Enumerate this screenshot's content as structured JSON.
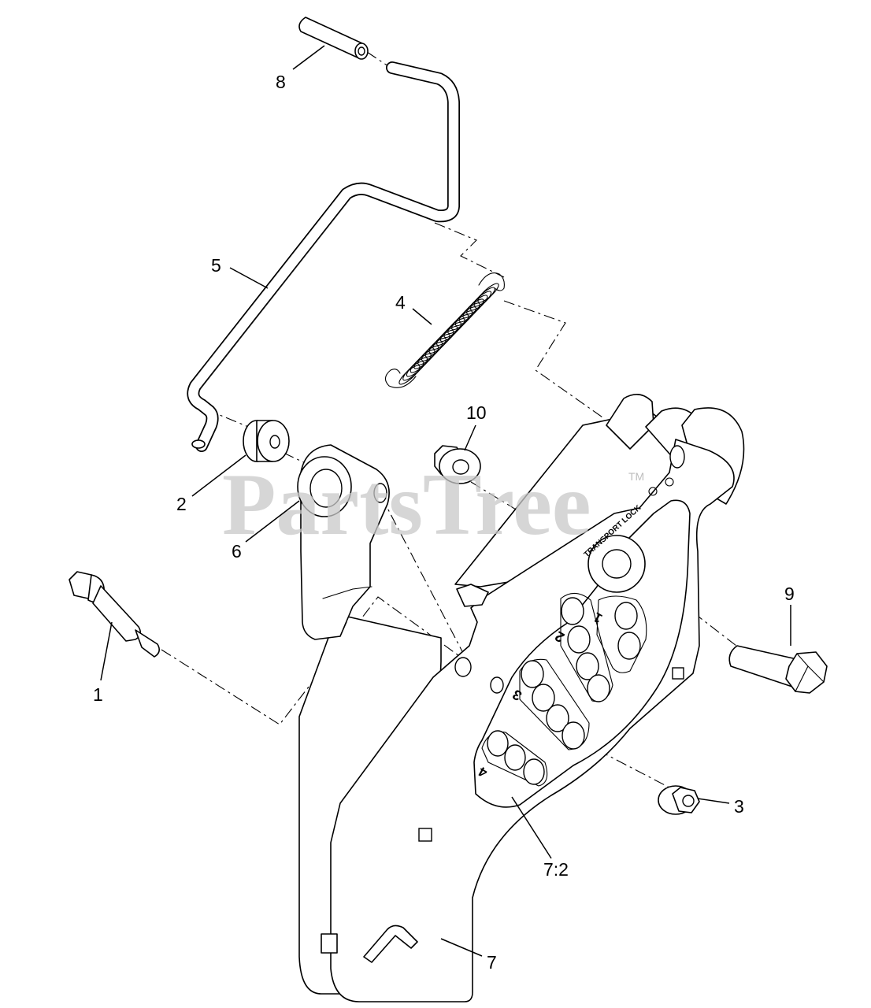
{
  "diagram": {
    "callouts": [
      {
        "id": "1",
        "label": "1"
      },
      {
        "id": "2",
        "label": "2"
      },
      {
        "id": "3",
        "label": "3"
      },
      {
        "id": "4",
        "label": "4"
      },
      {
        "id": "5",
        "label": "5"
      },
      {
        "id": "6",
        "label": "6"
      },
      {
        "id": "7",
        "label": "7"
      },
      {
        "id": "7_2",
        "label": "7:2"
      },
      {
        "id": "8",
        "label": "8"
      },
      {
        "id": "9",
        "label": "9"
      },
      {
        "id": "10",
        "label": "10"
      }
    ],
    "plate_markings": {
      "transport_lock": "TRANSPORT LOCK",
      "group_1": "1",
      "group_2": "2",
      "group_3": "3",
      "group_4": "4"
    }
  },
  "watermark": {
    "text": "PartsTree",
    "trademark": "TM"
  }
}
